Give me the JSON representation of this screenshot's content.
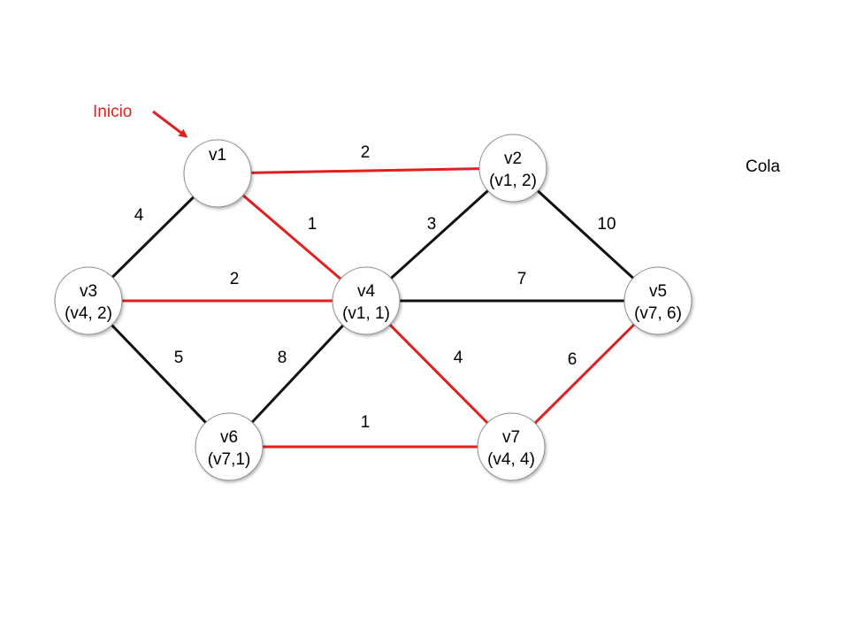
{
  "colors": {
    "selected": "#e01f1f",
    "normal": "#111111",
    "node_fill": "#ffffff",
    "node_stroke": "#8a8a8a"
  },
  "start_label": "Inicio",
  "queue_label": "Cola",
  "nodes": [
    {
      "id": "v1",
      "name": "v1",
      "info": ""
    },
    {
      "id": "v2",
      "name": "v2",
      "info": "(v1, 2)"
    },
    {
      "id": "v3",
      "name": "v3",
      "info": "(v4, 2)"
    },
    {
      "id": "v4",
      "name": "v4",
      "info": "(v1, 1)"
    },
    {
      "id": "v5",
      "name": "v5",
      "info": "(v7, 6)"
    },
    {
      "id": "v6",
      "name": "v6",
      "info": "(v7,1)"
    },
    {
      "id": "v7",
      "name": "v7",
      "info": "(v4, 4)"
    }
  ],
  "edges": [
    {
      "from": "v1",
      "to": "v2",
      "weight": "2",
      "selected": true
    },
    {
      "from": "v1",
      "to": "v3",
      "weight": "4",
      "selected": false
    },
    {
      "from": "v1",
      "to": "v4",
      "weight": "1",
      "selected": true
    },
    {
      "from": "v2",
      "to": "v4",
      "weight": "3",
      "selected": false
    },
    {
      "from": "v2",
      "to": "v5",
      "weight": "10",
      "selected": false
    },
    {
      "from": "v3",
      "to": "v4",
      "weight": "2",
      "selected": true
    },
    {
      "from": "v4",
      "to": "v5",
      "weight": "7",
      "selected": false
    },
    {
      "from": "v3",
      "to": "v6",
      "weight": "5",
      "selected": false
    },
    {
      "from": "v4",
      "to": "v6",
      "weight": "8",
      "selected": false
    },
    {
      "from": "v4",
      "to": "v7",
      "weight": "4",
      "selected": true
    },
    {
      "from": "v5",
      "to": "v7",
      "weight": "6",
      "selected": true
    },
    {
      "from": "v6",
      "to": "v7",
      "weight": "1",
      "selected": true
    }
  ]
}
